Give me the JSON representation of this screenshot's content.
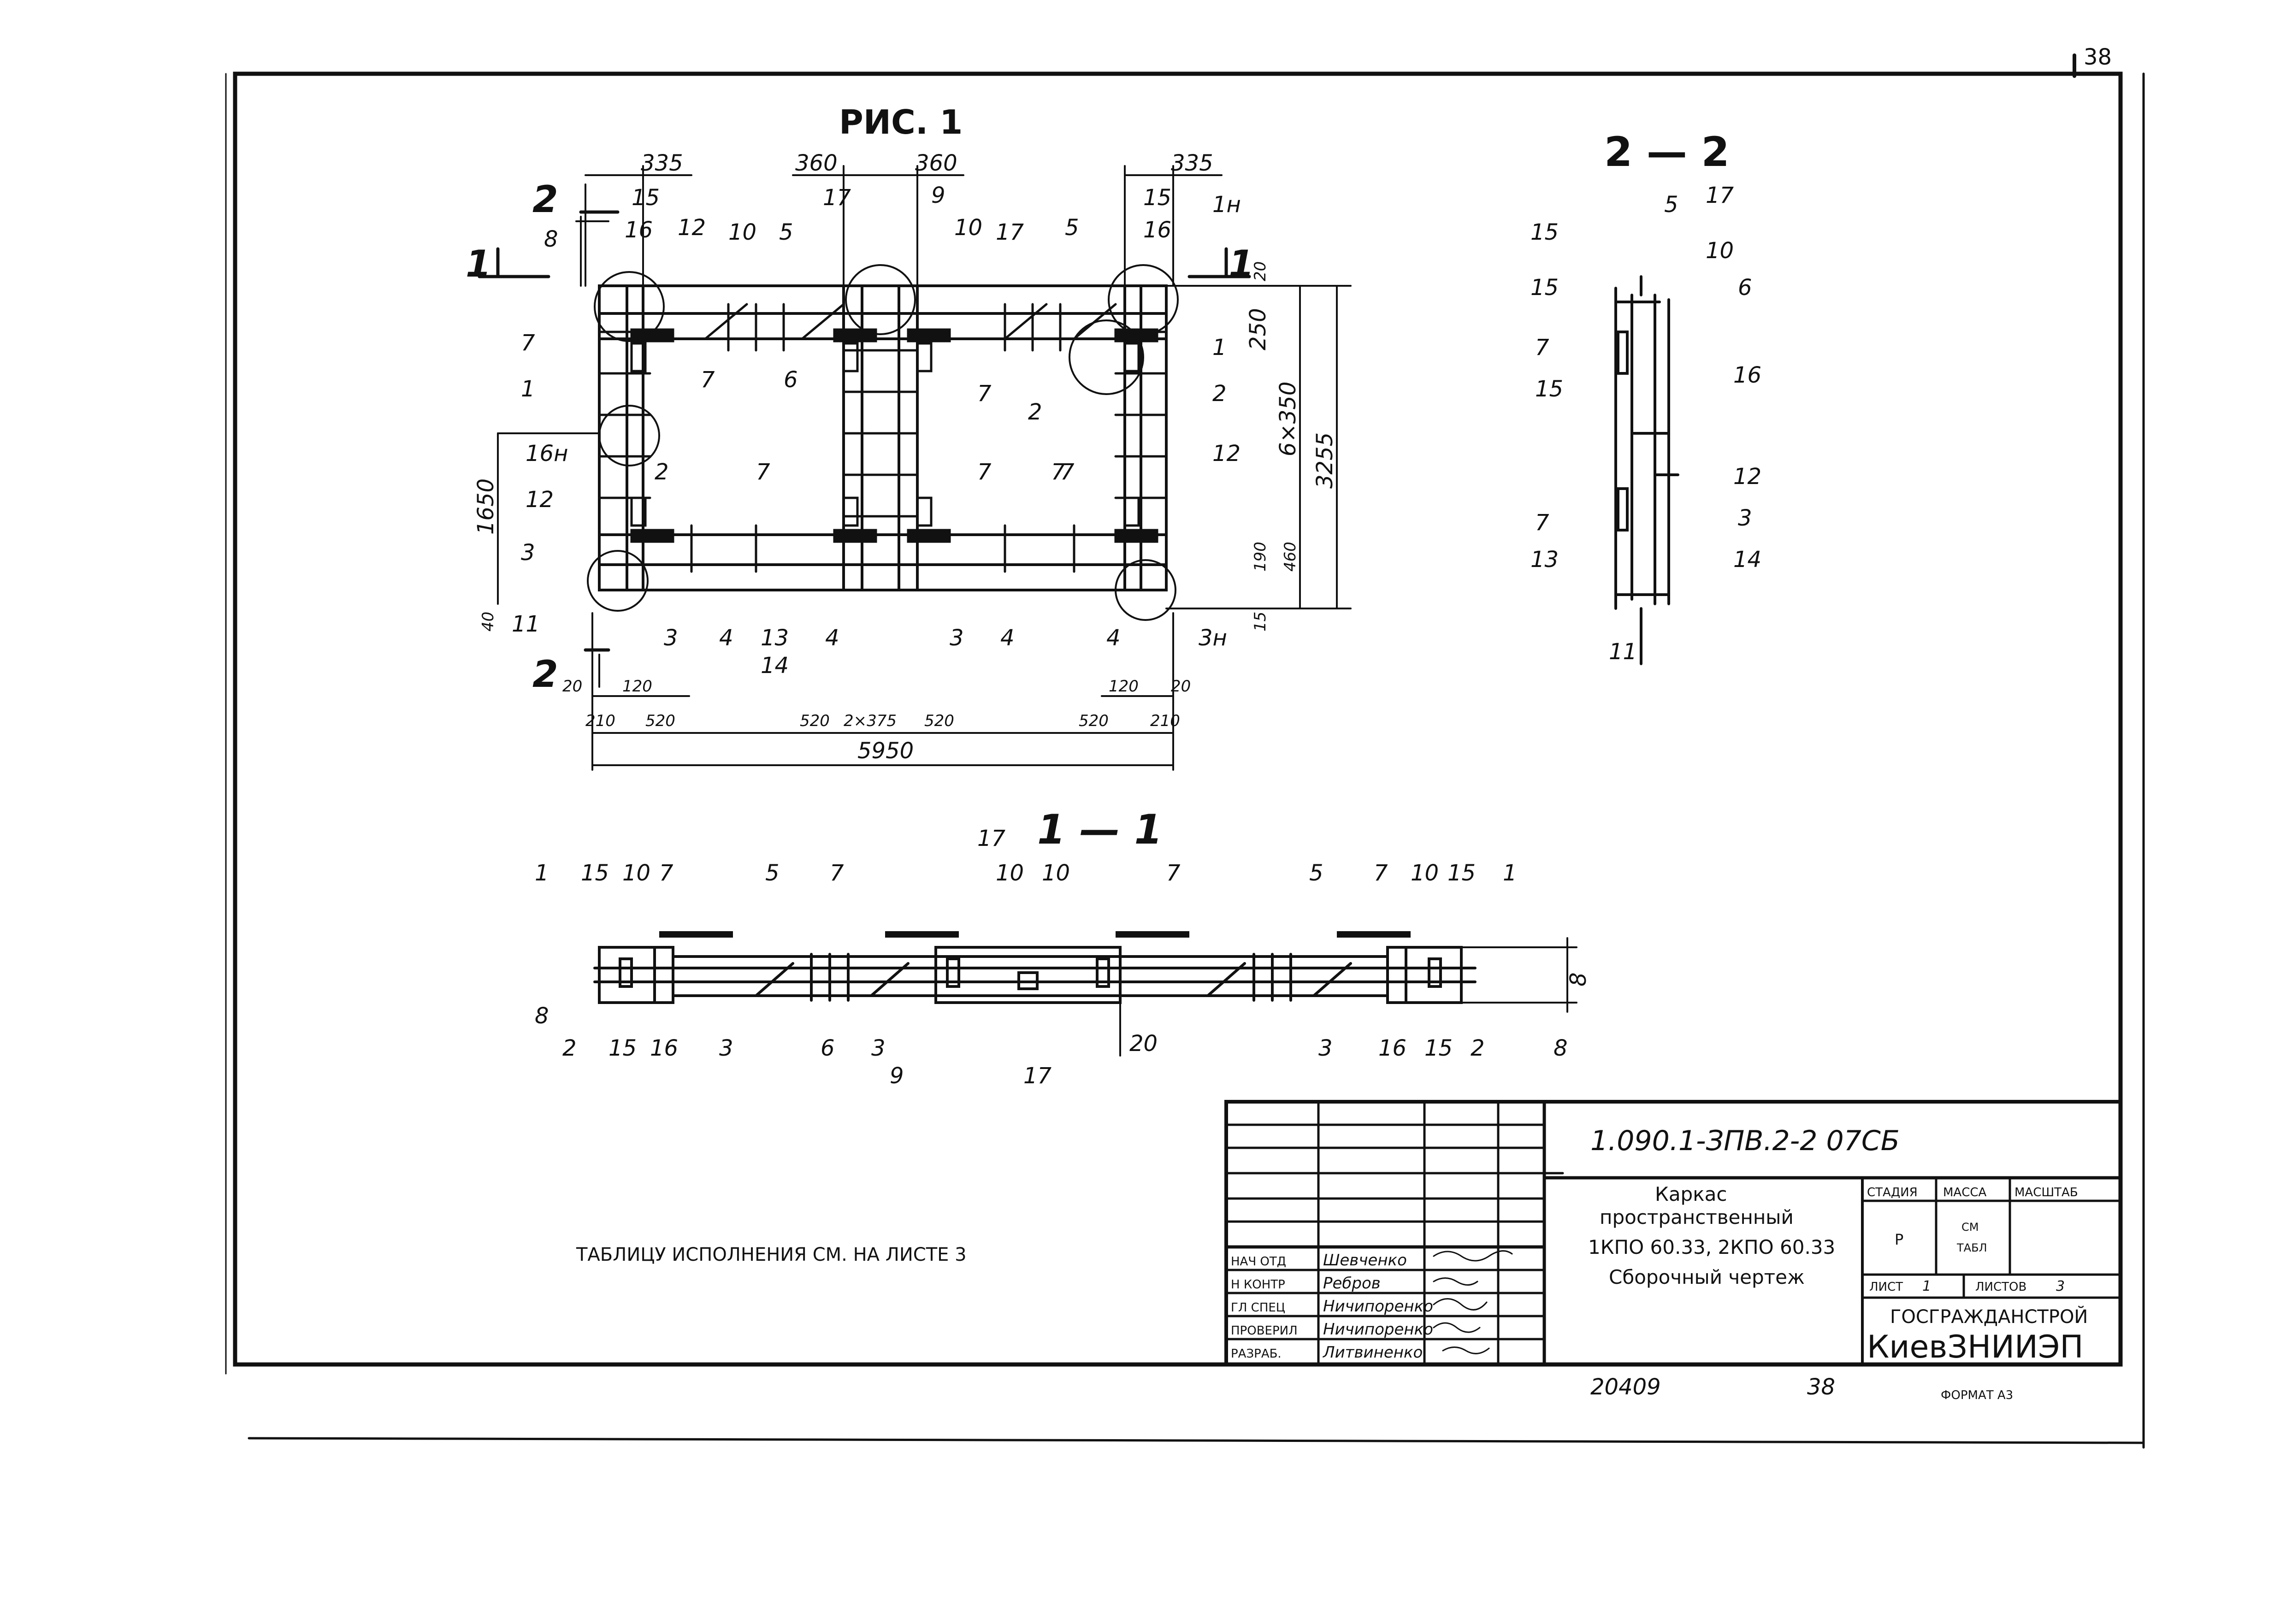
{
  "figure": {
    "title": "РИС. 1",
    "section_1_1": "1 — 1",
    "section_2_2": "2 — 2",
    "section_marks": {
      "one": "1",
      "two": "2"
    },
    "dims_top": [
      "335",
      "360",
      "360",
      "335"
    ],
    "dims_right": [
      "20",
      "250",
      "6×350",
      "3255",
      "190",
      "460",
      "15"
    ],
    "dims_left": [
      "1650",
      "40"
    ],
    "dims_bottom_1": [
      "20",
      "120",
      "120",
      "20"
    ],
    "dims_bottom_2": [
      "210",
      "520",
      "520",
      "2×375",
      "520",
      "520",
      "210"
    ],
    "dims_total": "5950",
    "dim_20_section": "20",
    "dim_8_section": "8",
    "callouts_plan": [
      "15",
      "16",
      "8",
      "12",
      "10",
      "5",
      "17",
      "9",
      "10",
      "17",
      "5",
      "15",
      "16",
      "1н",
      "1",
      "2",
      "7",
      "6",
      "7",
      "7",
      "1",
      "2",
      "16н",
      "12",
      "12",
      "2",
      "7",
      "7",
      "7",
      "7",
      "3",
      "11",
      "3",
      "4",
      "13",
      "14",
      "4",
      "3",
      "4",
      "4",
      "3н"
    ],
    "callouts_1_1": [
      "1",
      "15",
      "10",
      "7",
      "5",
      "7",
      "17",
      "10",
      "10",
      "7",
      "5",
      "7",
      "10",
      "15",
      "1",
      "8",
      "2",
      "15",
      "16",
      "3",
      "6",
      "3",
      "9",
      "17",
      "3",
      "16",
      "15",
      "2",
      "8"
    ],
    "callouts_2_2": [
      "15",
      "5",
      "17",
      "10",
      "6",
      "15",
      "7",
      "15",
      "16",
      "12",
      "7",
      "3",
      "13",
      "14",
      "11"
    ]
  },
  "note": "ТАБЛИЦУ ИСПОЛНЕНИЯ СМ. НА ЛИСТЕ 3",
  "title_block": {
    "doc_code": "1.090.1-ЗПВ.2-2   07СБ",
    "name_line1": "Каркас",
    "name_line2": "пространственный",
    "name_line3": "1КПО 60.33, 2КПО 60.33",
    "name_line4": "Сборочный чертеж",
    "h_stage": "СТАДИЯ",
    "h_mass": "МАССА",
    "h_scale": "МАСШТАБ",
    "stage": "Р",
    "mass_1": "СМ",
    "mass_2": "ТАБЛ",
    "sheet_label": "ЛИСТ",
    "sheet_no": "1",
    "sheets_label": "ЛИСТОВ",
    "sheets_no": "3",
    "org1": "ГОСГРАЖДАНСТРОЙ",
    "org2": "КиевЗНИИЭП",
    "roles": [
      "НАЧ ОТД",
      "Н КОНТР",
      "ГЛ СПЕЦ",
      "ПРОВЕРИЛ",
      "РАЗРАБ."
    ],
    "names": [
      "Шевченко",
      "Ребров",
      "Ничипоренко",
      "Ничипоренко",
      "Литвиненко"
    ]
  },
  "footer": {
    "inv": "20409",
    "page": "38",
    "format": "ФОРМАТ А3"
  },
  "corner": "38"
}
